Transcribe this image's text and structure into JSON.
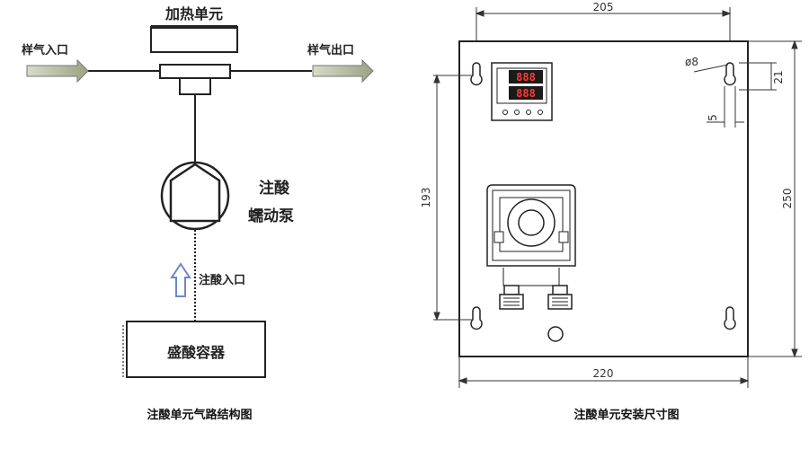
{
  "flow_diagram": {
    "heater_label": "加热单元",
    "sample_inlet": "样气入口",
    "sample_outlet": "样气出口",
    "pump_label_line1": "注酸",
    "pump_label_line2": "蠕动泵",
    "acid_inlet": "注酸入口",
    "container_label": "盛酸容器",
    "caption": "注酸单元气路结构图"
  },
  "install_drawing": {
    "dim_top_width": "205",
    "dim_bottom_width": "220",
    "dim_left_height": "193",
    "dim_right_height": "250",
    "dim_hole_diameter": "ø8",
    "dim_slot_height": "21",
    "dim_slot_width": "5",
    "display_top": "888",
    "display_bottom": "888",
    "caption": "注酸单元安装尺寸图"
  },
  "colors": {
    "line": "#222222",
    "arrow_fill": "#b9c0a6",
    "display_bg": "#1a1a1a",
    "display_digit": "#ff3b30"
  }
}
